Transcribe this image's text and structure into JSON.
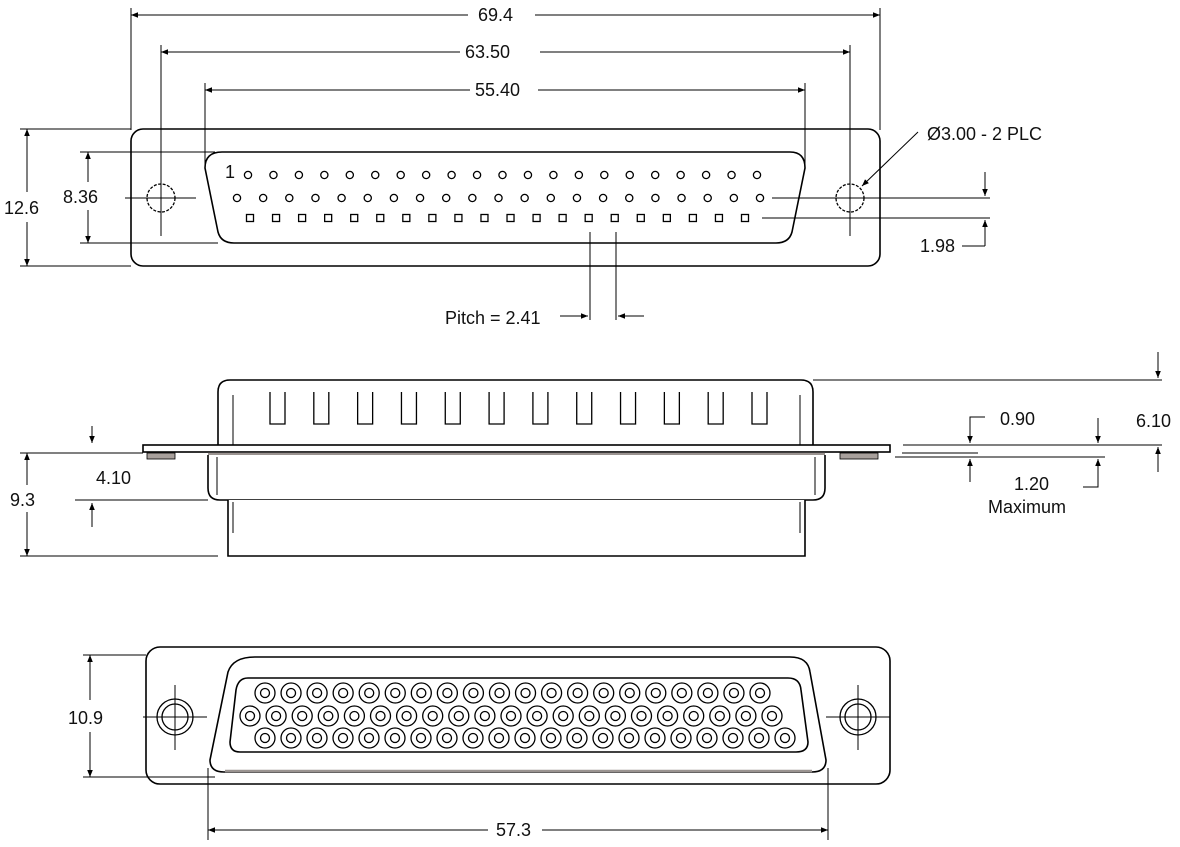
{
  "colors": {
    "line": "#000000",
    "shadow": "#9a9390",
    "background": "#ffffff"
  },
  "top_view": {
    "dim_overall_width": "69.4",
    "dim_mount_spacing": "63.50",
    "dim_shell_width": "55.40",
    "dim_flange_height": "12.6",
    "dim_shell_height": "8.36",
    "hole_note": "Ø3.00 - 2 PLC",
    "row_spacing": "1.98",
    "pitch": "Pitch = 2.41",
    "pin1_label": "1",
    "pin_rows": [
      21,
      21,
      20
    ]
  },
  "side_view": {
    "dim_flange_to_shell": "4.10",
    "dim_lower_height": "9.3",
    "dim_flange_thickness": "0.90",
    "dim_panel_max": "1.20",
    "dim_panel_max_note": "Maximum",
    "dim_upper_height": "6.10",
    "slot_count": 12
  },
  "bottom_view": {
    "dim_flange_height": "10.9",
    "dim_shell_width": "57.3",
    "pin_rows": [
      20,
      21,
      21
    ]
  }
}
